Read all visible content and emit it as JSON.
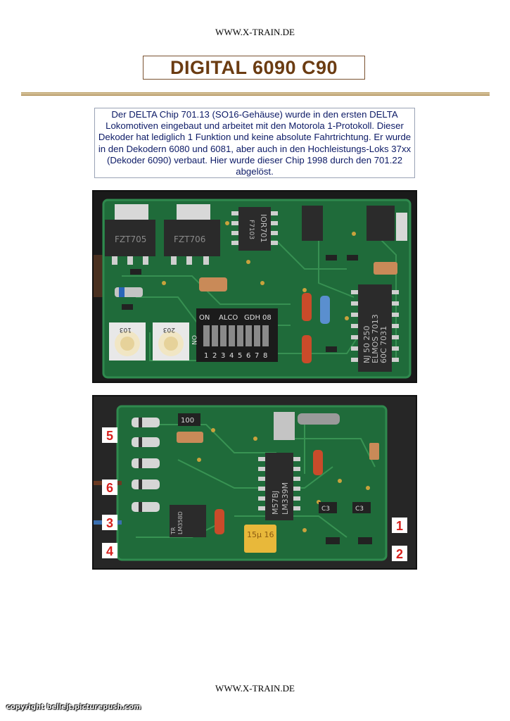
{
  "header": {
    "url": "WWW.X-TRAIN.DE"
  },
  "title": "DIGITAL 6090 C90",
  "description": "Der DELTA Chip 701.13 (SO16-Gehäuse) wurde in den ersten DELTA Lokomotiven eingebaut und arbeitet mit den Motorola 1-Protokoll. Dieser Dekoder hat lediglich 1 Funktion und keine absolute Fahrtrichtung. Er wurde in den Dekodern 6080 und 6081, aber auch in den Hochleistungs-Loks 37xx (Dekoder 6090) verbaut. Hier wurde dieser Chip 1998 durch den 701.22 abgelöst.",
  "photo_top": {
    "chip_labels": [
      "FZT705",
      "FZT706",
      "IOR701",
      "F7103",
      "NJ 50 250",
      "ELMOS 7013",
      "60C 7031"
    ],
    "dip_header": [
      "ON",
      "ALCO",
      "GDH",
      "08"
    ],
    "dip_numbers": [
      "1",
      "2",
      "3",
      "4",
      "5",
      "6",
      "7",
      "8"
    ],
    "dip_side_label": "ON",
    "pot_labels": [
      "103",
      "203"
    ]
  },
  "photo_bottom": {
    "chip_labels": [
      "M57BJ",
      "LM339M",
      "LM358D",
      "TR"
    ],
    "capacitor_label": "15µ 16",
    "resistor_label": "100",
    "small_labels": [
      "C3",
      "C3"
    ],
    "markers_left": [
      "5",
      "6",
      "3",
      "4"
    ],
    "markers_right": [
      "1",
      "2"
    ],
    "marker_color": "#d8211d"
  },
  "footer": {
    "url": "WWW.X-TRAIN.DE"
  },
  "copyright": "copyright bellejt.picturepush.com"
}
